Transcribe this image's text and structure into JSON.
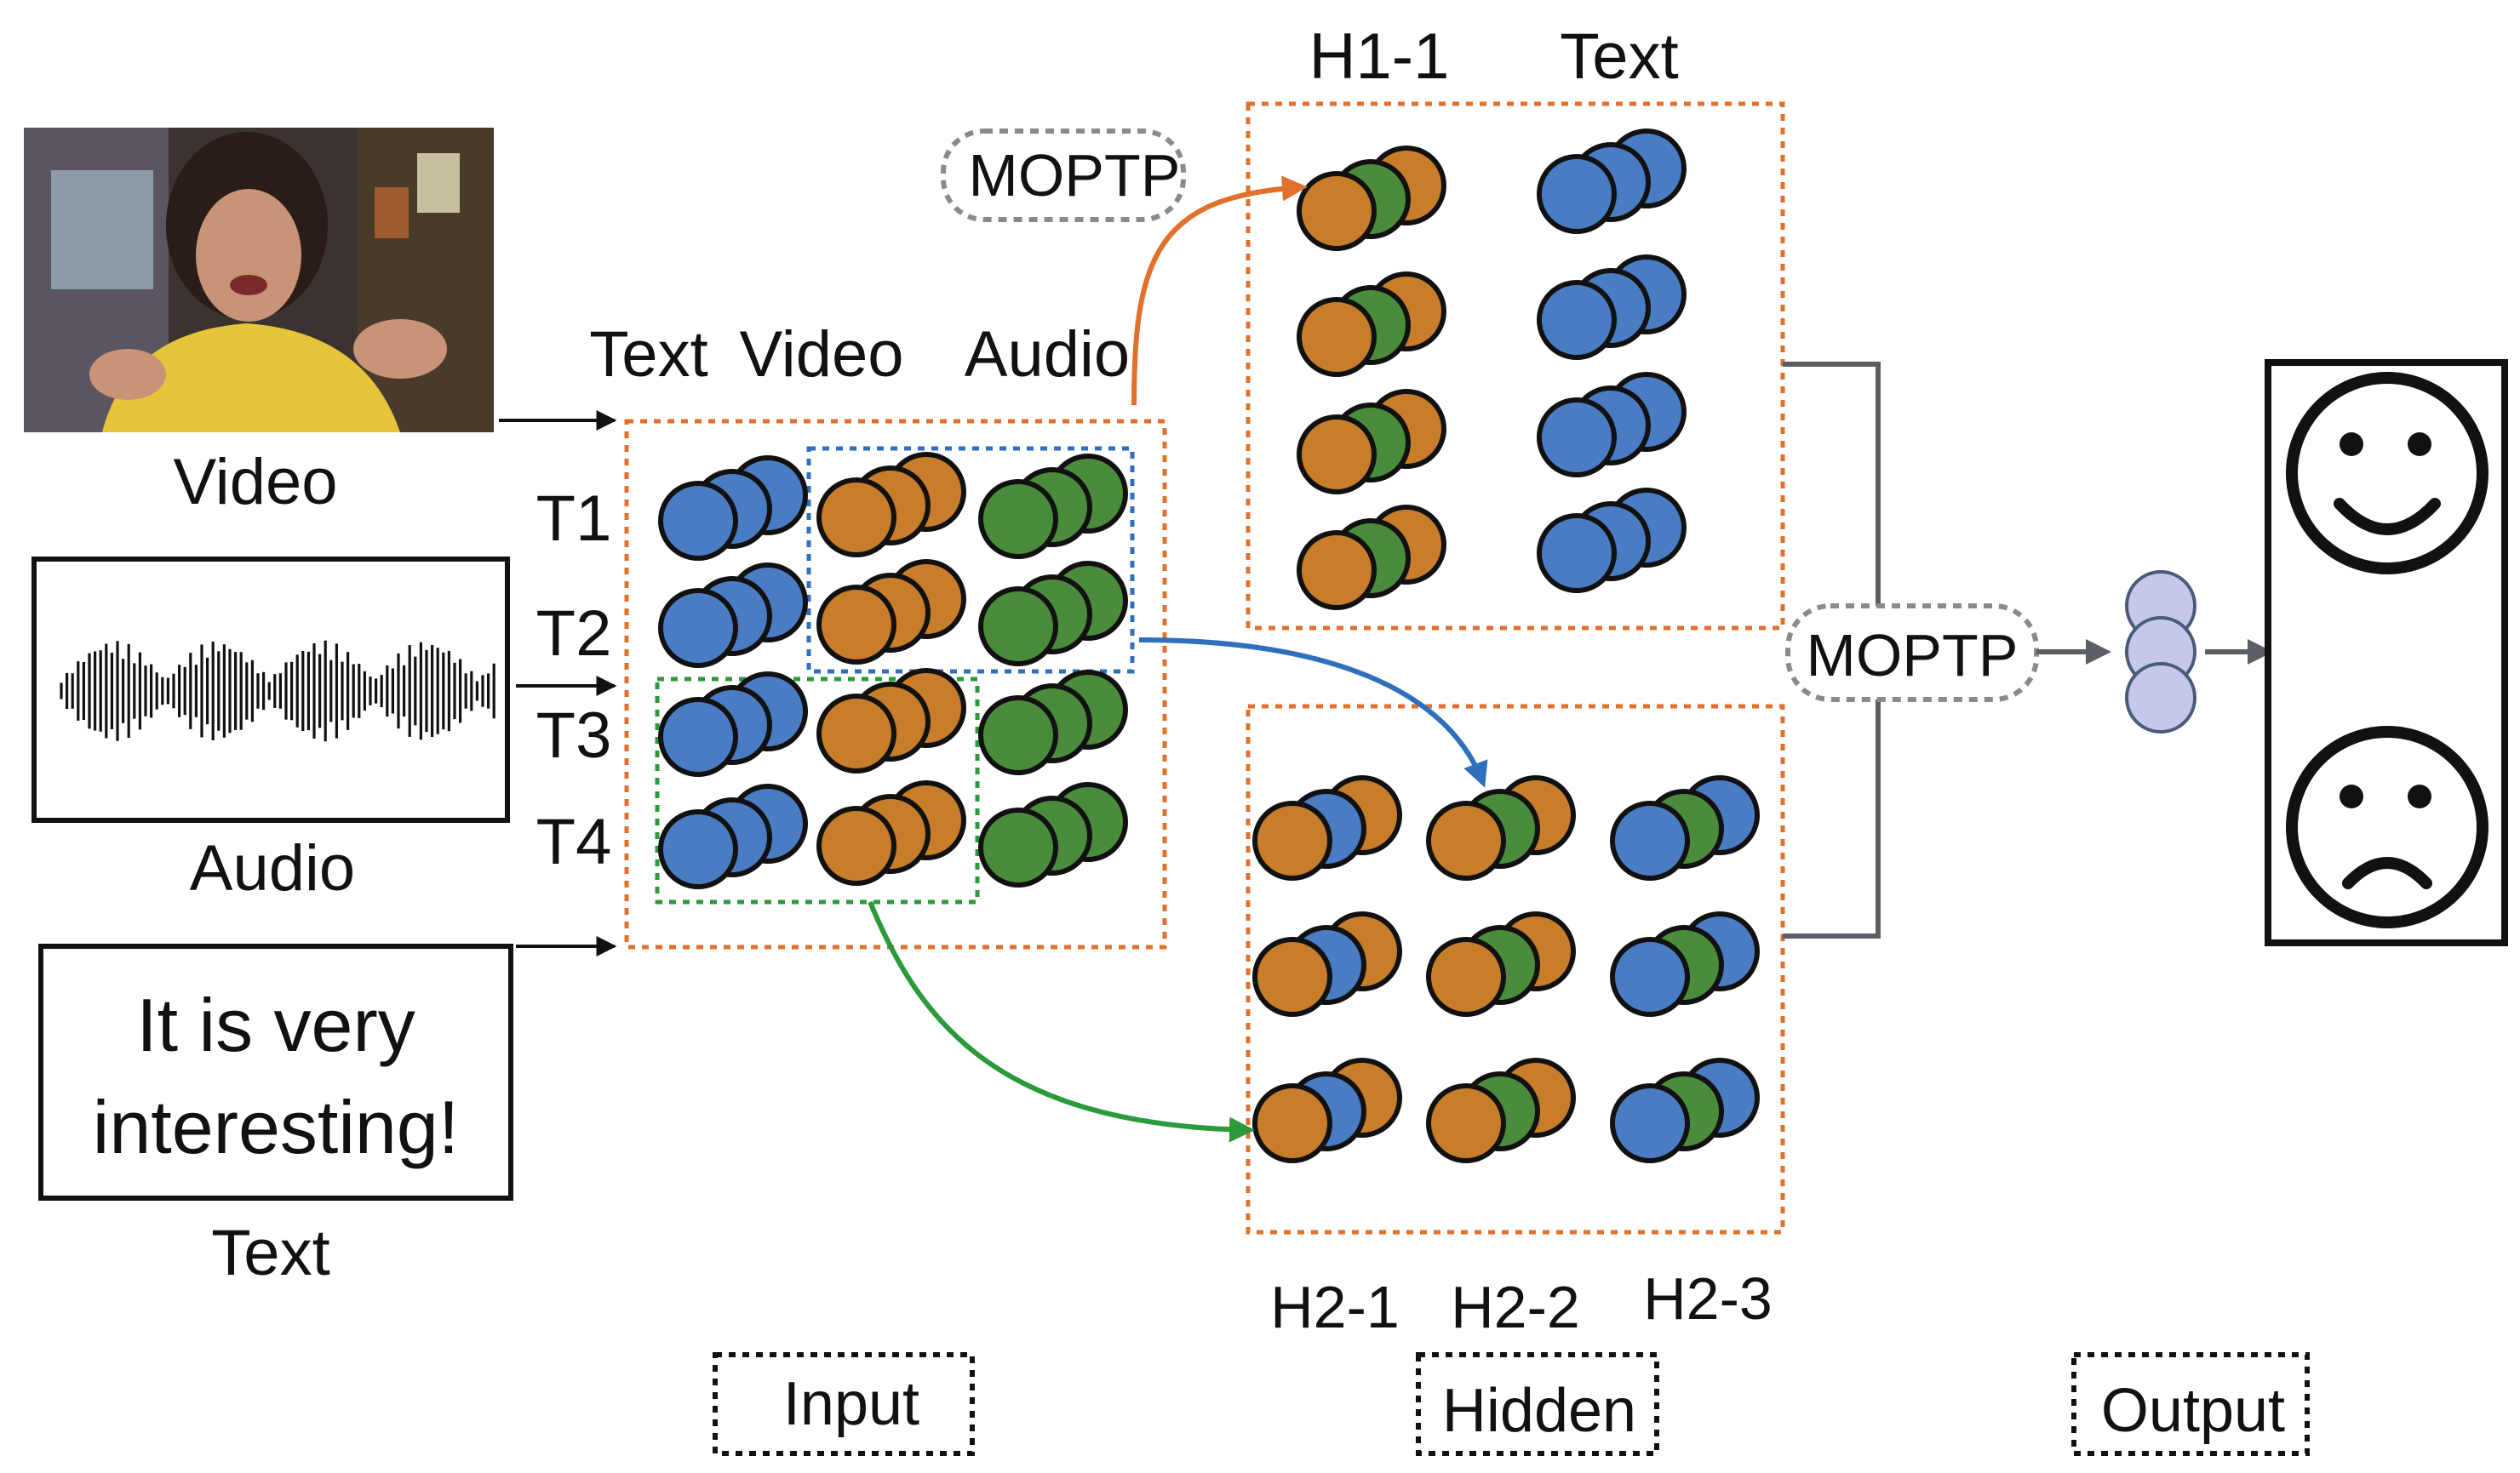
{
  "inputs": {
    "video_label": "Video",
    "audio_label": "Audio",
    "text_label": "Text",
    "text_sample_line1": "It is very",
    "text_sample_line2": "interesting!"
  },
  "input_block": {
    "col_headers": [
      "Text",
      "Video",
      "Audio"
    ],
    "time_labels": [
      "T1",
      "T2",
      "T3",
      "T4"
    ]
  },
  "hidden_1": {
    "header_left": "H1-1",
    "header_right": "Text"
  },
  "hidden_2": {
    "labels": [
      "H2-1",
      "H2-2",
      "H2-3"
    ]
  },
  "operators": {
    "moptp_top": "MOPTP",
    "moptp_mid": "MOPTP"
  },
  "sections": {
    "input": "Input",
    "hidden": "Hidden",
    "output": "Output"
  },
  "output": {
    "positive_icon": "smiley-face-icon",
    "negative_icon": "sad-face-icon"
  },
  "colors": {
    "text_node": "#4a7cc4",
    "video_node": "#c77d2a",
    "audio_node": "#4a8c3c",
    "output_node": "#c5c8ea",
    "orange_dash": "#e0702a",
    "blue_dash": "#2f6fbd",
    "green_dash": "#2a9a3a",
    "grey_dash": "#8a8a8a",
    "connector": "#5a5f66"
  }
}
